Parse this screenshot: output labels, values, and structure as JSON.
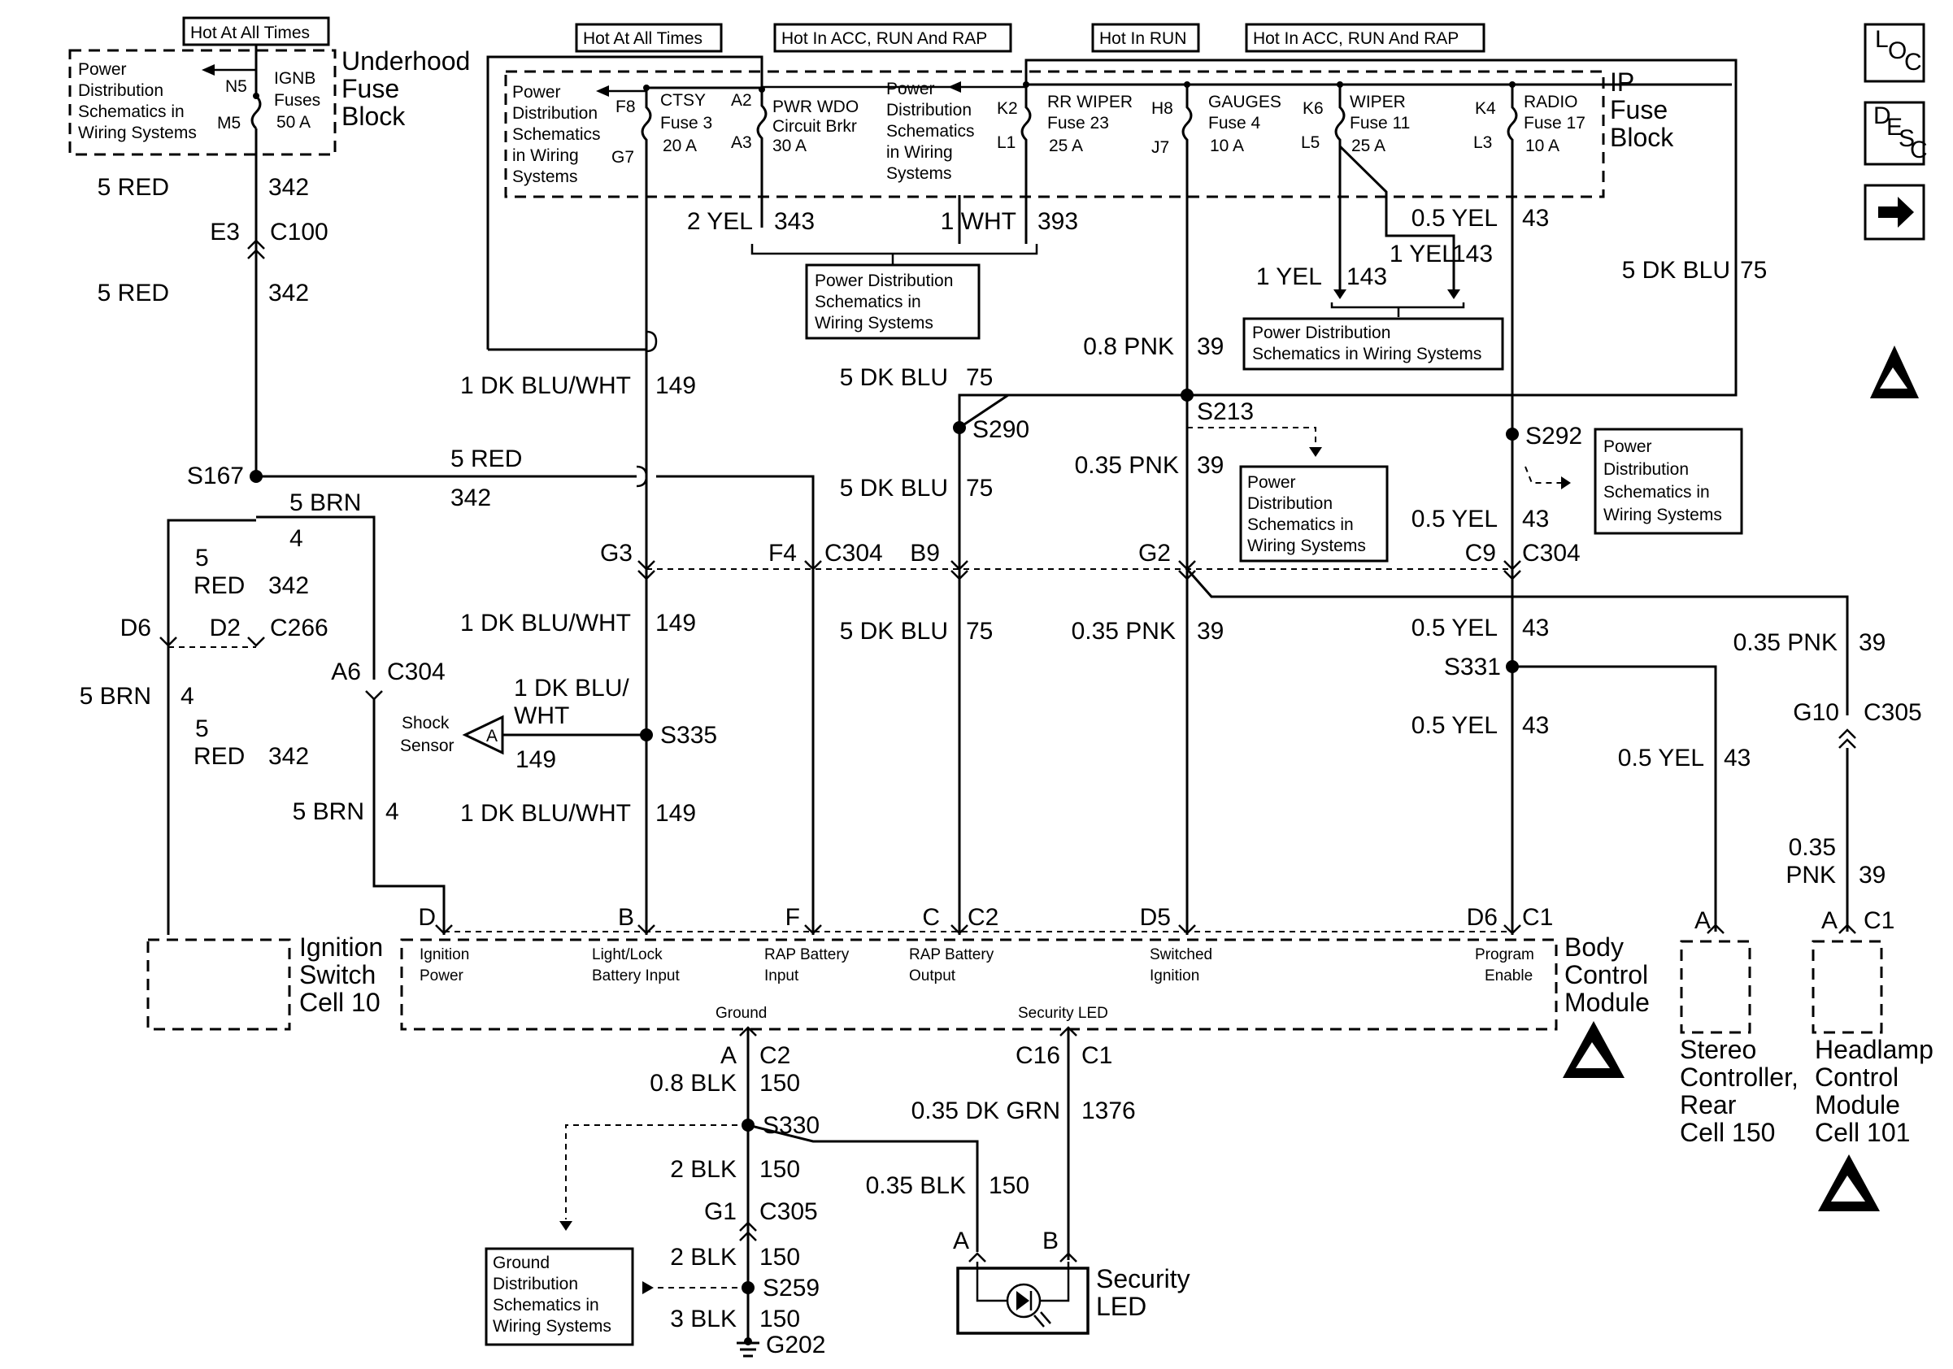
{
  "headers": {
    "underhood_hot": "Hot At All Times",
    "ip_hot_all": "Hot At All Times",
    "ip_hot_acc": "Hot In ACC, RUN And RAP",
    "ip_hot_run": "Hot In RUN",
    "ip_hot_acc2": "Hot In ACC, RUN And RAP"
  },
  "side_icons": {
    "loc": "LOC",
    "desc": "DESC",
    "next": "next-arrow"
  },
  "underhood": {
    "name_line1": "Underhood",
    "name_line2": "Fuse",
    "name_line3": "Block",
    "pds_line1": "Power",
    "pds_line2": "Distribution",
    "pds_line3": "Schematics in",
    "pds_line4": "Wiring Systems",
    "pin_in": "N5",
    "pin_out": "M5",
    "fuse_line1": "IGNB",
    "fuse_line2": "Fuses",
    "fuse_line3": "50 A"
  },
  "ip_fuse_block": {
    "name_line1": "IP",
    "name_line2": "Fuse",
    "name_line3": "Block",
    "pds_a_line1": "Power",
    "pds_a_line2": "Distribution",
    "pds_a_line3": "Schematics",
    "pds_a_line4": "in Wiring",
    "pds_a_line5": "Systems",
    "pds_b_line1": "Power",
    "pds_b_line2": "Distribution",
    "pds_b_line3": "Schematics",
    "pds_b_line4": "in Wiring",
    "pds_b_line5": "Systems",
    "fuses": [
      {
        "pin_in": "F8",
        "pin_out": "G7",
        "name": "CTSY",
        "rating_name": "Fuse 3",
        "amps": "20 A"
      },
      {
        "pin_in": "A2",
        "pin_out": "A3",
        "name": "PWR WDO",
        "rating_name": "Circuit Brkr",
        "amps": "30 A"
      },
      {
        "pin_in": "K2",
        "pin_out": "L1",
        "name": "RR WIPER",
        "rating_name": "Fuse 23",
        "amps": "25 A"
      },
      {
        "pin_in": "H8",
        "pin_out": "J7",
        "name": "GAUGES",
        "rating_name": "Fuse 4",
        "amps": "10 A"
      },
      {
        "pin_in": "K6",
        "pin_out": "L5",
        "name": "WIPER",
        "rating_name": "Fuse 11",
        "amps": "25 A"
      },
      {
        "pin_in": "K4",
        "pin_out": "L3",
        "name": "RADIO",
        "rating_name": "Fuse 17",
        "amps": "10 A"
      }
    ]
  },
  "pds_boxes": {
    "pds1_l1": "Power Distribution",
    "pds1_l2": "Schematics in",
    "pds1_l3": "Wiring Systems",
    "pds2_l1": "Power Distribution",
    "pds2_l2": "Schematics in Wiring Systems",
    "pds3_l1": "Power",
    "pds3_l2": "Distribution",
    "pds3_l3": "Schematics in",
    "pds3_l4": "Wiring Systems",
    "pds4_l1": "Power",
    "pds4_l2": "Distribution",
    "pds4_l3": "Schematics in",
    "pds4_l4": "Wiring Systems",
    "gds_l1": "Ground",
    "gds_l2": "Distribution",
    "gds_l3": "Schematics in",
    "gds_l4": "Wiring Systems"
  },
  "wires": {
    "w342a_size": "5 RED",
    "w342a_num": "342",
    "e3": "E3",
    "c100": "C100",
    "w342b_size": "5 RED",
    "w342b_num": "342",
    "s167": "S167",
    "w342c_size": "5 RED",
    "w342c_num": "342",
    "w4a_size": "5 BRN",
    "w4a_num": "4",
    "w342d_size1": "5",
    "w342d_size2": "RED",
    "w342d_num": "342",
    "d6": "D6",
    "d2": "D2",
    "c266": "C266",
    "w4b_size": "5 BRN",
    "w4b_num": "4",
    "w342e_size1": "5",
    "w342e_size2": "RED",
    "w342e_num": "342",
    "a6": "A6",
    "c304a": "C304",
    "w4c_size": "5 BRN",
    "w4c_num": "4",
    "w343_size": "2 YEL",
    "w343_num": "343",
    "w393_size": "1 WHT",
    "w393_num": "393",
    "w149a_size": "1 DK BLU/WHT",
    "w149a_num": "149",
    "w75a_size": "5 DK BLU",
    "w75a_num": "75",
    "w39a_size": "0.8 PNK",
    "w39a_num": "39",
    "w143a_size": "0.5 YEL",
    "w143a_num": "43",
    "w143b_size": "1 YEL",
    "w143b_num": "143",
    "w143c_size": "1 YEL",
    "w143c_num": "143",
    "w75top_size": "5 DK BLU",
    "w75top_num": "75",
    "s290": "S290",
    "s213": "S213",
    "s292": "S292",
    "w39b_size": "0.35 PNK",
    "w39b_num": "39",
    "w75b_size": "5 DK BLU",
    "w75b_num": "75",
    "w43b_size": "0.5 YEL",
    "w43b_num": "43",
    "g3": "G3",
    "f4": "F4",
    "c304b": "C304",
    "b9": "B9",
    "g2": "G2",
    "c9": "C9",
    "c304c": "C304",
    "w149b_size": "1 DK BLU/WHT",
    "w149b_num": "149",
    "w75c_size": "5 DK BLU",
    "w75c_num": "75",
    "w39c_size": "0.35 PNK",
    "w39c_num": "39",
    "w43c_size": "0.5 YEL",
    "w43c_num": "43",
    "s331": "S331",
    "w39d_size": "0.35 PNK",
    "w39d_num": "39",
    "w43d_size": "0.5 YEL",
    "w43d_num": "43",
    "w43e_size": "0.5 YEL",
    "w43e_num": "43",
    "g10": "G10",
    "c305a": "C305",
    "shock_l1": "Shock",
    "shock_l2": "Sensor",
    "shock_ref": "A",
    "w149s_size1": "1 DK BLU/",
    "w149s_size2": "WHT",
    "w149s_num": "149",
    "s335": "S335",
    "w149c_size": "1 DK BLU/WHT",
    "w149c_num": "149",
    "w39e_size1": "0.35",
    "w39e_size2": "PNK",
    "w39e_num": "39"
  },
  "bcm": {
    "name_line1": "Body",
    "name_line2": "Control",
    "name_line3": "Module",
    "pins": [
      {
        "pin": "D",
        "l1": "Ignition",
        "l2": "Power"
      },
      {
        "pin": "B",
        "l1": "Light/Lock",
        "l2": "Battery Input"
      },
      {
        "pin": "F",
        "l1": "RAP Battery",
        "l2": "Input"
      },
      {
        "pin": "C",
        "l1": "RAP Battery",
        "l2": "Output"
      },
      {
        "pin": "D5",
        "l1": "Switched",
        "l2": "Ignition"
      },
      {
        "pin": "D6",
        "l1": "Program",
        "l2": "Enable"
      }
    ],
    "conn_c2": "C2",
    "conn_c1": "C1",
    "ground_label": "Ground",
    "led_label": "Security LED"
  },
  "ignition_switch": {
    "l1": "Ignition",
    "l2": "Switch",
    "l3": "Cell 10"
  },
  "stereo": {
    "pin": "A",
    "l1": "Stereo",
    "l2": "Controller,",
    "l3": "Rear",
    "l4": "Cell 150"
  },
  "headlamp": {
    "pin": "A",
    "conn": "C1",
    "l1": "Headlamp",
    "l2": "Control",
    "l3": "Module",
    "l4": "Cell 101"
  },
  "ground_circuit": {
    "a": "A",
    "c2": "C2",
    "w150a_size": "0.8 BLK",
    "w150a_num": "150",
    "s330": "S330",
    "w150b_size": "2 BLK",
    "w150b_num": "150",
    "g1": "G1",
    "c305": "C305",
    "w150c_size": "2 BLK",
    "w150c_num": "150",
    "s259": "S259",
    "w150d_size": "3 BLK",
    "w150d_num": "150",
    "g202": "G202",
    "w150e_size": "0.35 BLK",
    "w150e_num": "150"
  },
  "led_circuit": {
    "c16": "C16",
    "c1": "C1",
    "w1376_size": "0.35 DK GRN",
    "w1376_num": "1376",
    "pin_a": "A",
    "pin_b": "B",
    "name_line1": "Security",
    "name_line2": "LED"
  }
}
